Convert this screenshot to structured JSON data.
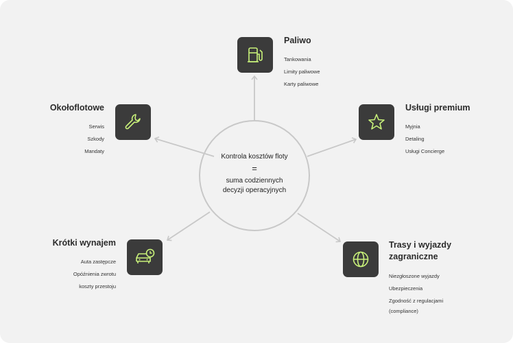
{
  "center": {
    "line1": "Kontrola kosztów floty",
    "eq": "=",
    "line2": "suma codziennych",
    "line3": "decyzji operacyjnych"
  },
  "colors": {
    "accent": "#c9f27a",
    "box": "#3b3b3b",
    "connector": "#c8c8c8"
  },
  "nodes": {
    "paliwo": {
      "title": "Paliwo",
      "icon": "fuel-pump-icon",
      "items": [
        "Tankowania",
        "Limity paliwowe",
        "Karty paliwowe"
      ]
    },
    "okoloflotowe": {
      "title": "Okołoflotowe",
      "icon": "wrench-icon",
      "items": [
        "Serwis",
        "Szkody",
        "Mandaty"
      ]
    },
    "premium": {
      "title": "Usługi premium",
      "icon": "star-icon",
      "items": [
        "Myjnia",
        "Detaling",
        "Usługi Concierge"
      ]
    },
    "wynajem": {
      "title": "Krótki wynajem",
      "icon": "car-clock-icon",
      "items": [
        "Auta zastępcze",
        "Opóźnienia zwrotu",
        "koszty przestoju"
      ]
    },
    "trasy": {
      "title_line1": "Trasy i wyjazdy",
      "title_line2": "zagraniczne",
      "icon": "globe-icon",
      "items": [
        "Niezgłoszone wyjazdy",
        "Ubezpieczenia",
        "Zgodność z regulacjami",
        "(compliance)"
      ]
    }
  }
}
